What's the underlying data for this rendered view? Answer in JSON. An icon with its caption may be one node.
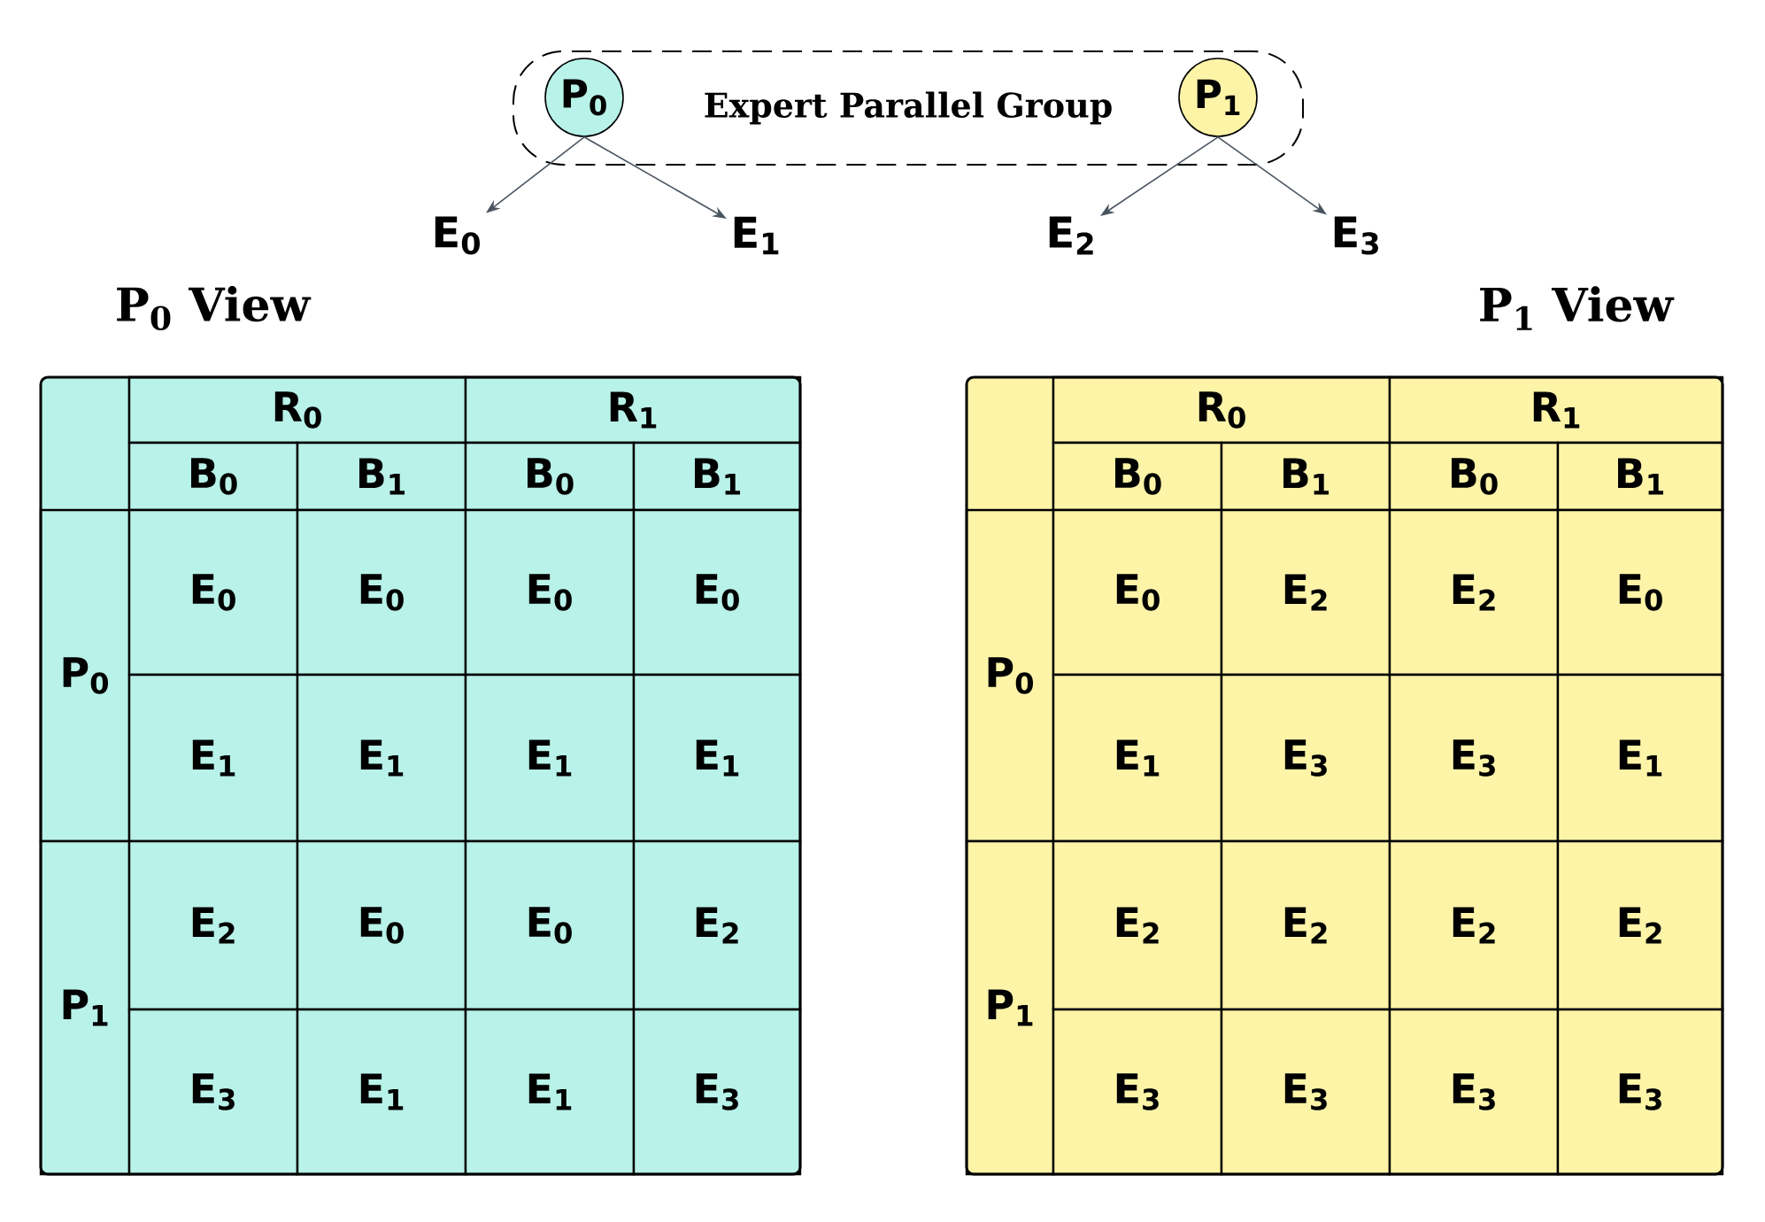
{
  "diagram": {
    "nodes": [
      {
        "text": [
          "Expert Parallel Group"
        ]
      },
      {
        "text": [
          "P$_{0}$"
        ],
        "in": 0
      },
      {
        "text": [
          "P$_{1}$"
        ],
        "in": 0
      },
      {
        "text": [
          "E$_{0}$"
        ]
      },
      {
        "text": [
          "E$_{1}$"
        ]
      },
      {
        "text": [
          "E$_{2}$"
        ]
      },
      {
        "text": [
          "E$_{3}$"
        ]
      }
    ],
    "edges": [
      {
        "from": 1,
        "to": 3,
        "arrow": "to"
      },
      {
        "from": 1,
        "to": 4,
        "arrow": "to"
      },
      {
        "from": 2,
        "to": 5,
        "arrow": "to"
      },
      {
        "from": 2,
        "to": 6,
        "arrow": "to"
      }
    ],
    "labels": [
      "P$_{0}$ View",
      "P$_{1}$ View",
      "R$_{0}$",
      "R$_{1}$",
      "B$_{0}$",
      "B$_{1}$",
      "B$_{0}$",
      "B$_{1}$",
      "P$_{0}$",
      "E$_{0}$",
      "E$_{0}$",
      "E$_{0}$",
      "E$_{0}$",
      "E$_{1}$",
      "E$_{1}$",
      "E$_{1}$",
      "E$_{1}$",
      "P$_{1}$",
      "E$_{2}$",
      "E$_{0}$",
      "E$_{0}$",
      "E$_{2}$",
      "E$_{3}$",
      "E$_{1}$",
      "E$_{1}$",
      "E$_{3}$",
      "R$_{0}$",
      "R$_{1}$",
      "B$_{0}$",
      "B$_{1}$",
      "B$_{0}$",
      "B$_{1}$",
      "P$_{0}$",
      "E$_{0}$",
      "E$_{2}$",
      "E$_{2}$",
      "E$_{0}$",
      "E$_{1}$",
      "E$_{3}$",
      "E$_{3}$",
      "E$_{1}$",
      "P$_{1}$",
      "E$_{2}$",
      "E$_{2}$",
      "E$_{2}$",
      "E$_{2}$",
      "E$_{3}$",
      "E$_{3}$",
      "E$_{3}$",
      "E$_{3}$"
    ]
  }
}
